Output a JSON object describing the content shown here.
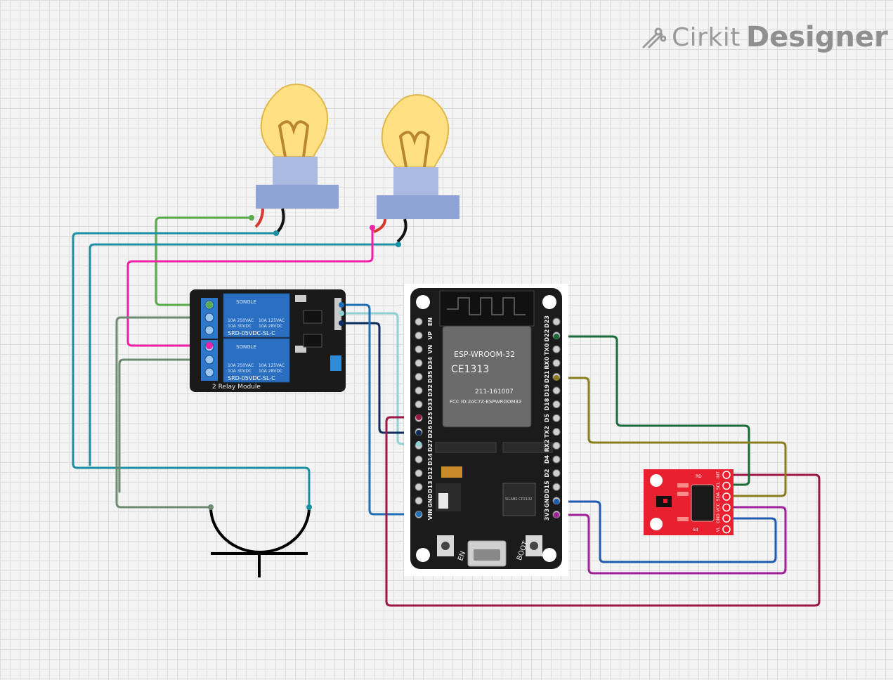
{
  "branding": {
    "name": "Cirkit",
    "product": "Designer"
  },
  "components": {
    "bulb_left": {
      "icon": "light-bulb-icon"
    },
    "bulb_right": {
      "icon": "light-bulb-icon"
    },
    "relay": {
      "label": "2 Relay Module",
      "relay_brand": "SONGLE",
      "relay_model": "SRD-05VDC-SL-C",
      "rating_a": "10A 250VAC",
      "rating_b": "10A 30VDC",
      "rating_c": "10A 125VAC",
      "rating_d": "10A 28VDC"
    },
    "esp32": {
      "module_title": "ESP-WROOM-32",
      "ce_mark": "CE1313",
      "cert_id": "211-161007",
      "fcc_id": "FCC ID:2AC7Z-ESPWROOM32",
      "chip_text": "SILABS CP2102",
      "btn_en": "EN",
      "btn_boot": "BOOT",
      "left_pins": [
        "EN",
        "VP",
        "VN",
        "D34",
        "D35",
        "D32",
        "D33",
        "D25",
        "D26",
        "D27",
        "D14",
        "D12",
        "D13",
        "GND",
        "VIN"
      ],
      "right_pins": [
        "D23",
        "D22",
        "TX0",
        "RX0",
        "D21",
        "D19",
        "D18",
        "D5",
        "TX2",
        "RX2",
        "D4",
        "D2",
        "D15",
        "GND",
        "3V3"
      ]
    },
    "sensor": {
      "pins": [
        "INT",
        "SCL",
        "SDA",
        "VCC",
        "GND",
        "VL"
      ],
      "label_top": "RD",
      "label_bottom": "Sd"
    },
    "ac_source": {
      "icon": "ac-power-source-icon"
    }
  },
  "colors": {
    "green_wire": "#5aab4a",
    "teal_wire": "#1b8fa3",
    "magenta_wire": "#f21fa7",
    "gray_wire": "#6d8a72",
    "lightblue_wire": "#8fd0d2",
    "navy_wire": "#0c2d5c",
    "blue_wire": "#1f6fb5",
    "darkgreen_wire": "#1b6a3a",
    "olive_wire": "#8a7d1e",
    "crimson_wire": "#9a1645",
    "purple_wire": "#a0209a",
    "relay_blue": "#2a6fc2",
    "esp_board": "#1b1b1b",
    "sensor_red": "#e8202f"
  }
}
